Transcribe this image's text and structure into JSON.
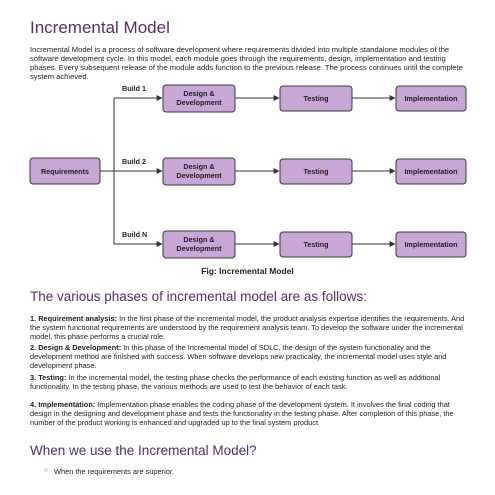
{
  "title": "Incremental Model",
  "intro": "Incremental Model is a process of software development where requirements divided into multiple standalone modules of the software development cycle. In this model, each module goes through the requirements, design, implementation and testing phases. Every subsequent release of the module adds function to the previous release. The process continues until the complete system achieved.",
  "diagram": {
    "root": "Requirements",
    "builds": [
      {
        "label": "Build 1",
        "steps": [
          "Design &",
          "Development",
          "Testing",
          "Implementation"
        ]
      },
      {
        "label": "Build 2",
        "steps": [
          "Design &",
          "Development",
          "Testing",
          "Implementation"
        ]
      },
      {
        "label": "Build N",
        "steps": [
          "Design &",
          "Development",
          "Testing",
          "Implementation"
        ]
      }
    ],
    "caption": "Fig: Incremental Model",
    "box_fill": "#c8a6d6",
    "box_stroke": "#3a3a3a"
  },
  "phases_heading": "The various phases of incremental model are as follows:",
  "phases": [
    {
      "label": "1. Requirement analysis:",
      "text": " In the first phase of the incremental model, the product analysis expertise identifies the requirements. And the system functional requirements are understood by the requirement analysis team. To develop the software under the incremental model, this phase performs a crucial role."
    },
    {
      "label": "2. Design & Development:",
      "text": " In this phase of the Incremental model of SDLC, the design of the system functionality and the development method are finished with success. When software develops new practicality, the incremental model uses style and development phase."
    },
    {
      "label": "3. Testing:",
      "text": " In the incremental model, the testing phase checks the performance of each existing function as well as additional functionality. In the testing phase, the various methods are used to test the behavior of each task."
    },
    {
      "label": "4. Implementation:",
      "text": " Implementation phase enables the coding phase of the development system. It involves the final coding that design in the designing and development phase and tests the functionality in the testing phase. After completion of this phase, the number of the product working is enhanced and upgraded up to the final system product"
    }
  ],
  "when_heading": "When we use the Incremental Model?",
  "when_items": [
    "When the requirements are superior."
  ],
  "colors": {
    "heading": "#5a2d6e",
    "box": "#c8a6d6"
  }
}
